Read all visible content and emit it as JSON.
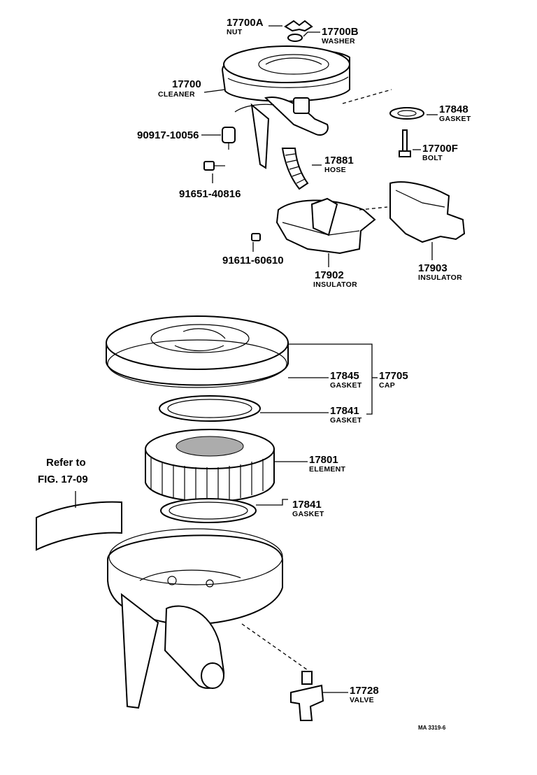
{
  "callouts": {
    "nut": {
      "number": "17700A",
      "name": "NUT"
    },
    "washer": {
      "number": "17700B",
      "name": "WASHER"
    },
    "cleaner": {
      "number": "17700",
      "name": "CLEANER"
    },
    "gasket_17848": {
      "number": "17848",
      "name": "GASKET"
    },
    "sensor": {
      "number": "90917-10056"
    },
    "bolt": {
      "number": "17700F",
      "name": "BOLT"
    },
    "hose": {
      "number": "17881",
      "name": "HOSE"
    },
    "screw_91651": {
      "number": "91651-40816"
    },
    "screw_91611": {
      "number": "91611-60610"
    },
    "insulator_17902": {
      "number": "17902",
      "name": "INSULATOR"
    },
    "insulator_17903": {
      "number": "17903",
      "name": "INSULATOR"
    },
    "gasket_17845": {
      "number": "17845",
      "name": "GASKET"
    },
    "cap": {
      "number": "17705",
      "name": "CAP"
    },
    "gasket_17841_upper": {
      "number": "17841",
      "name": "GASKET"
    },
    "element": {
      "number": "17801",
      "name": "ELEMENT"
    },
    "gasket_17841_lower": {
      "number": "17841",
      "name": "GASKET"
    },
    "valve": {
      "number": "17728",
      "name": "VALVE"
    }
  },
  "reference": {
    "line1": "Refer to",
    "line2": "FIG. 17-09"
  },
  "diagram_code": "MA 3319-6"
}
